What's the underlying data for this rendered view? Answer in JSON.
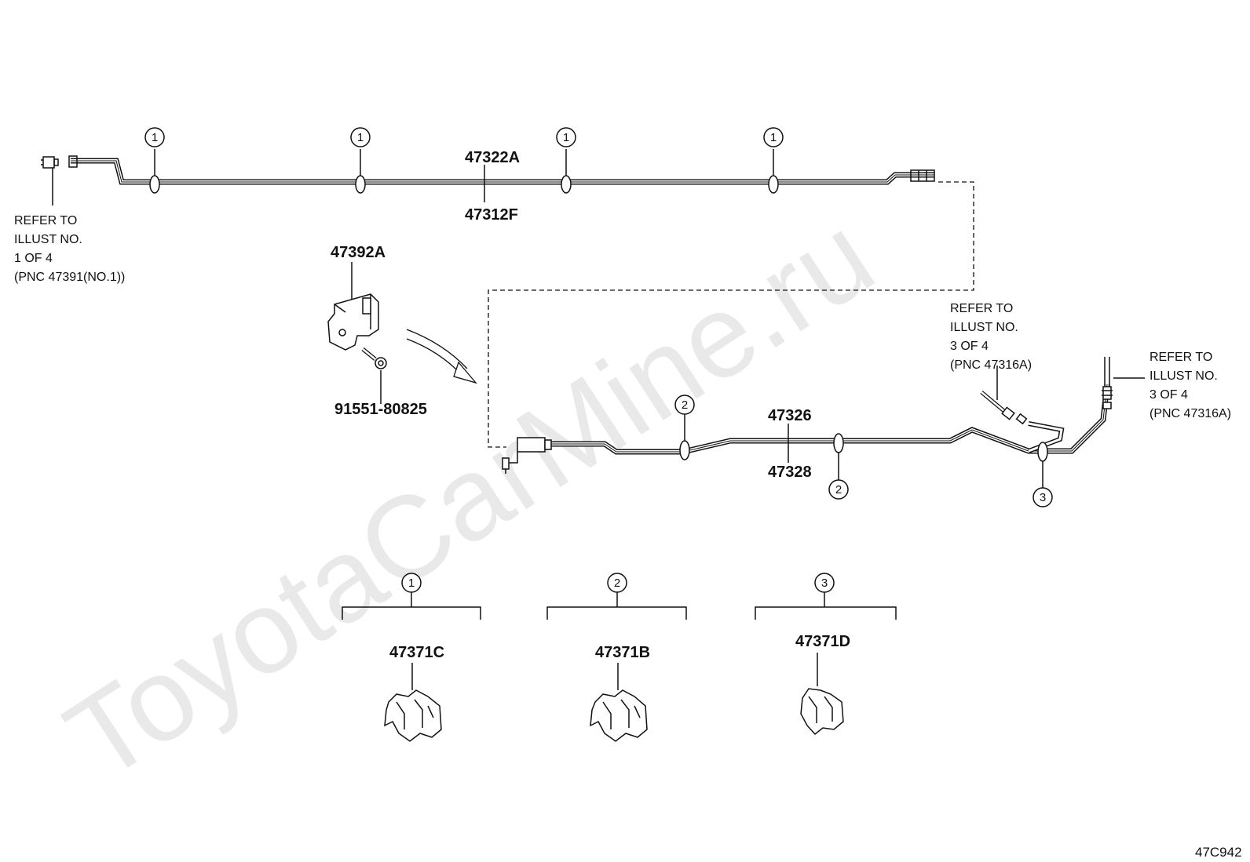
{
  "watermark": "ToyotaCarMine.ru",
  "figure_id": "47C942",
  "parts": {
    "tube_upper_a": "47322A",
    "tube_upper_b": "47312F",
    "bracket": "47392A",
    "bolt": "91551-80825",
    "tube_lower_a": "47326",
    "tube_lower_b": "47328",
    "clamp_1": "47371C",
    "clamp_2": "47371B",
    "clamp_3": "47371D"
  },
  "callouts": {
    "c1": "1",
    "c2": "2",
    "c3": "3"
  },
  "refs": {
    "left": [
      "REFER TO",
      "ILLUST NO.",
      "1 OF 4",
      "(PNC 47391(NO.1))"
    ],
    "mid": [
      "REFER TO",
      "ILLUST NO.",
      "3 OF 4",
      "(PNC 47316A)"
    ],
    "right": [
      "REFER TO",
      "ILLUST NO.",
      "3 OF 4",
      "(PNC 47316A)"
    ]
  }
}
